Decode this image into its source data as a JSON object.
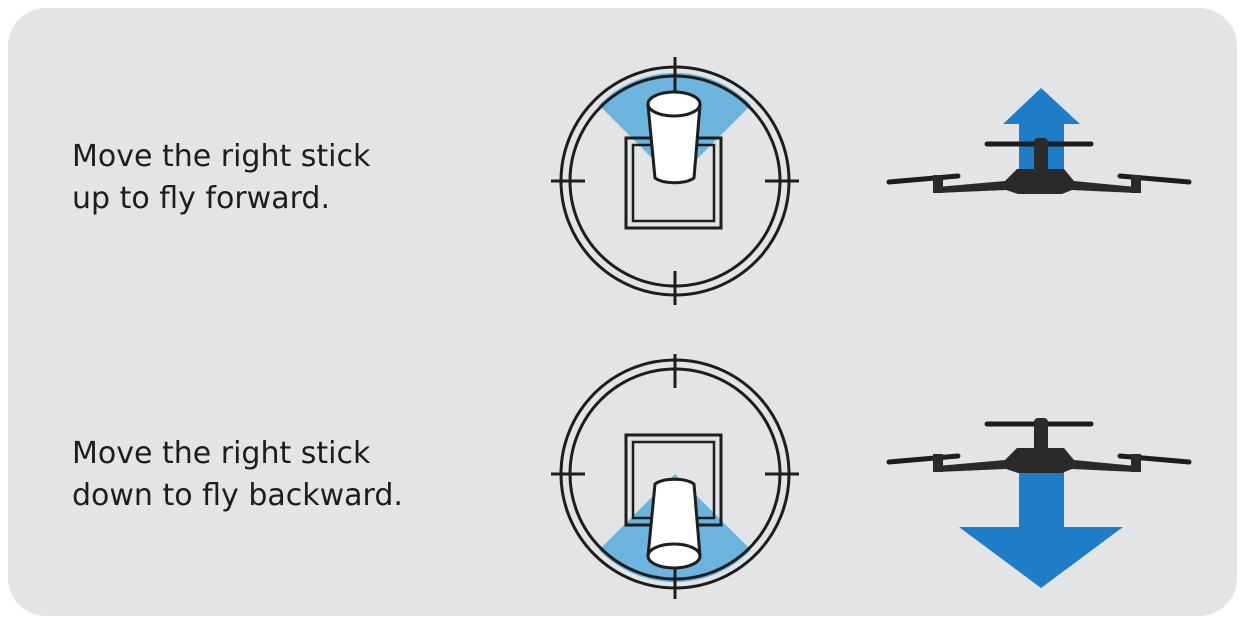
{
  "instructions": [
    {
      "id": "forward",
      "lines": [
        "Move the right stick",
        "up to fly forward."
      ],
      "stick_direction": "up",
      "drone_motion": "forward"
    },
    {
      "id": "backward",
      "lines": [
        "Move the right stick",
        "down to fly backward."
      ],
      "stick_direction": "down",
      "drone_motion": "backward"
    }
  ],
  "colors": {
    "background": "#e3e4e6",
    "highlight": "#6cb3de",
    "arrow": "#1f7cc7",
    "outline": "#1d1d1d",
    "stick": "#ffffff"
  }
}
